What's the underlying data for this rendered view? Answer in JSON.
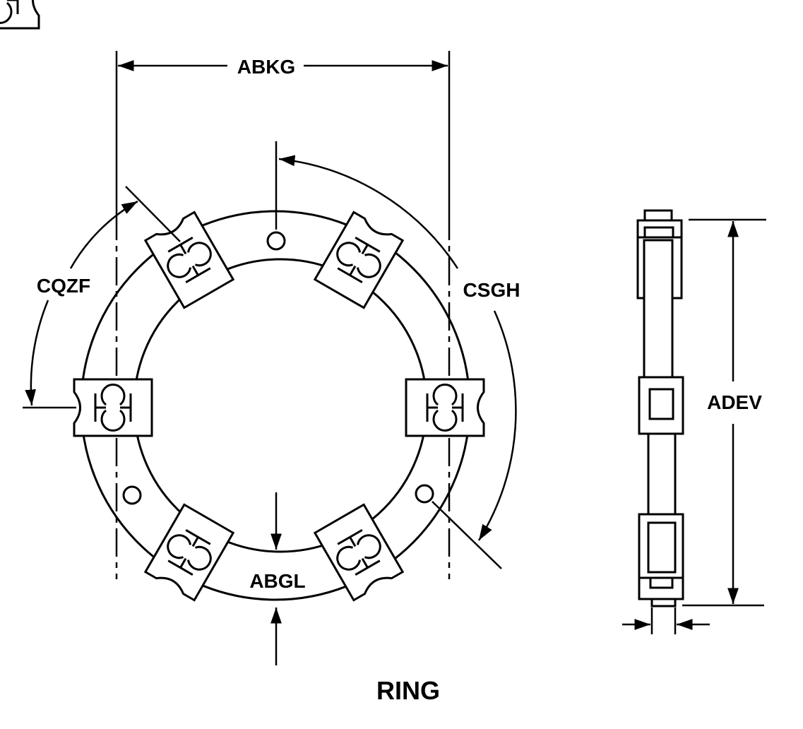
{
  "drawing": {
    "title": "RING",
    "colors": {
      "line": "#000000",
      "background": "#ffffff"
    },
    "dimensions": {
      "overall_width": "ABKG",
      "arc_left": "CQZF",
      "arc_right": "CSGH",
      "band_width": "ABGL",
      "side_height": "ADEV"
    },
    "views": [
      "front-view",
      "side-view"
    ]
  }
}
